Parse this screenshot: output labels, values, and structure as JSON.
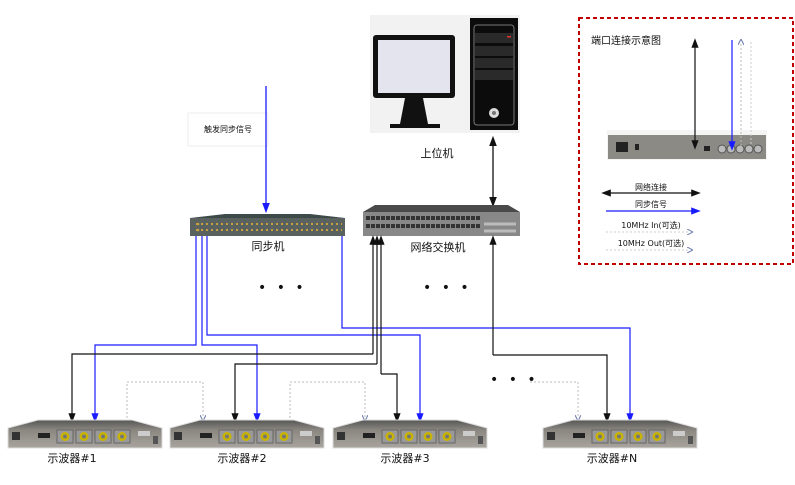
{
  "pc": {
    "label": "上位机"
  },
  "trigger": {
    "label": "触发同步信号"
  },
  "sync_unit": {
    "label": "同步机"
  },
  "switch": {
    "label": "网络交换机"
  },
  "ellipsis": "• • •",
  "scopes": [
    {
      "label": "示波器#1"
    },
    {
      "label": "示波器#2"
    },
    {
      "label": "示波器#3"
    },
    {
      "label": "示波器#N"
    }
  ],
  "legend": {
    "title": "端口连接示意图",
    "items": [
      {
        "label": "网络连接",
        "style": "black double arrow"
      },
      {
        "label": "同步信号",
        "style": "blue arrow"
      },
      {
        "label": "10MHz In(可选)",
        "style": "gray dotted"
      },
      {
        "label": "10MHz Out(可选)",
        "style": "gray dotted"
      }
    ],
    "border_color": "#c00000"
  },
  "colors": {
    "network": "#111111",
    "sync": "#1a1aff",
    "ref": "#bbbbbb"
  }
}
